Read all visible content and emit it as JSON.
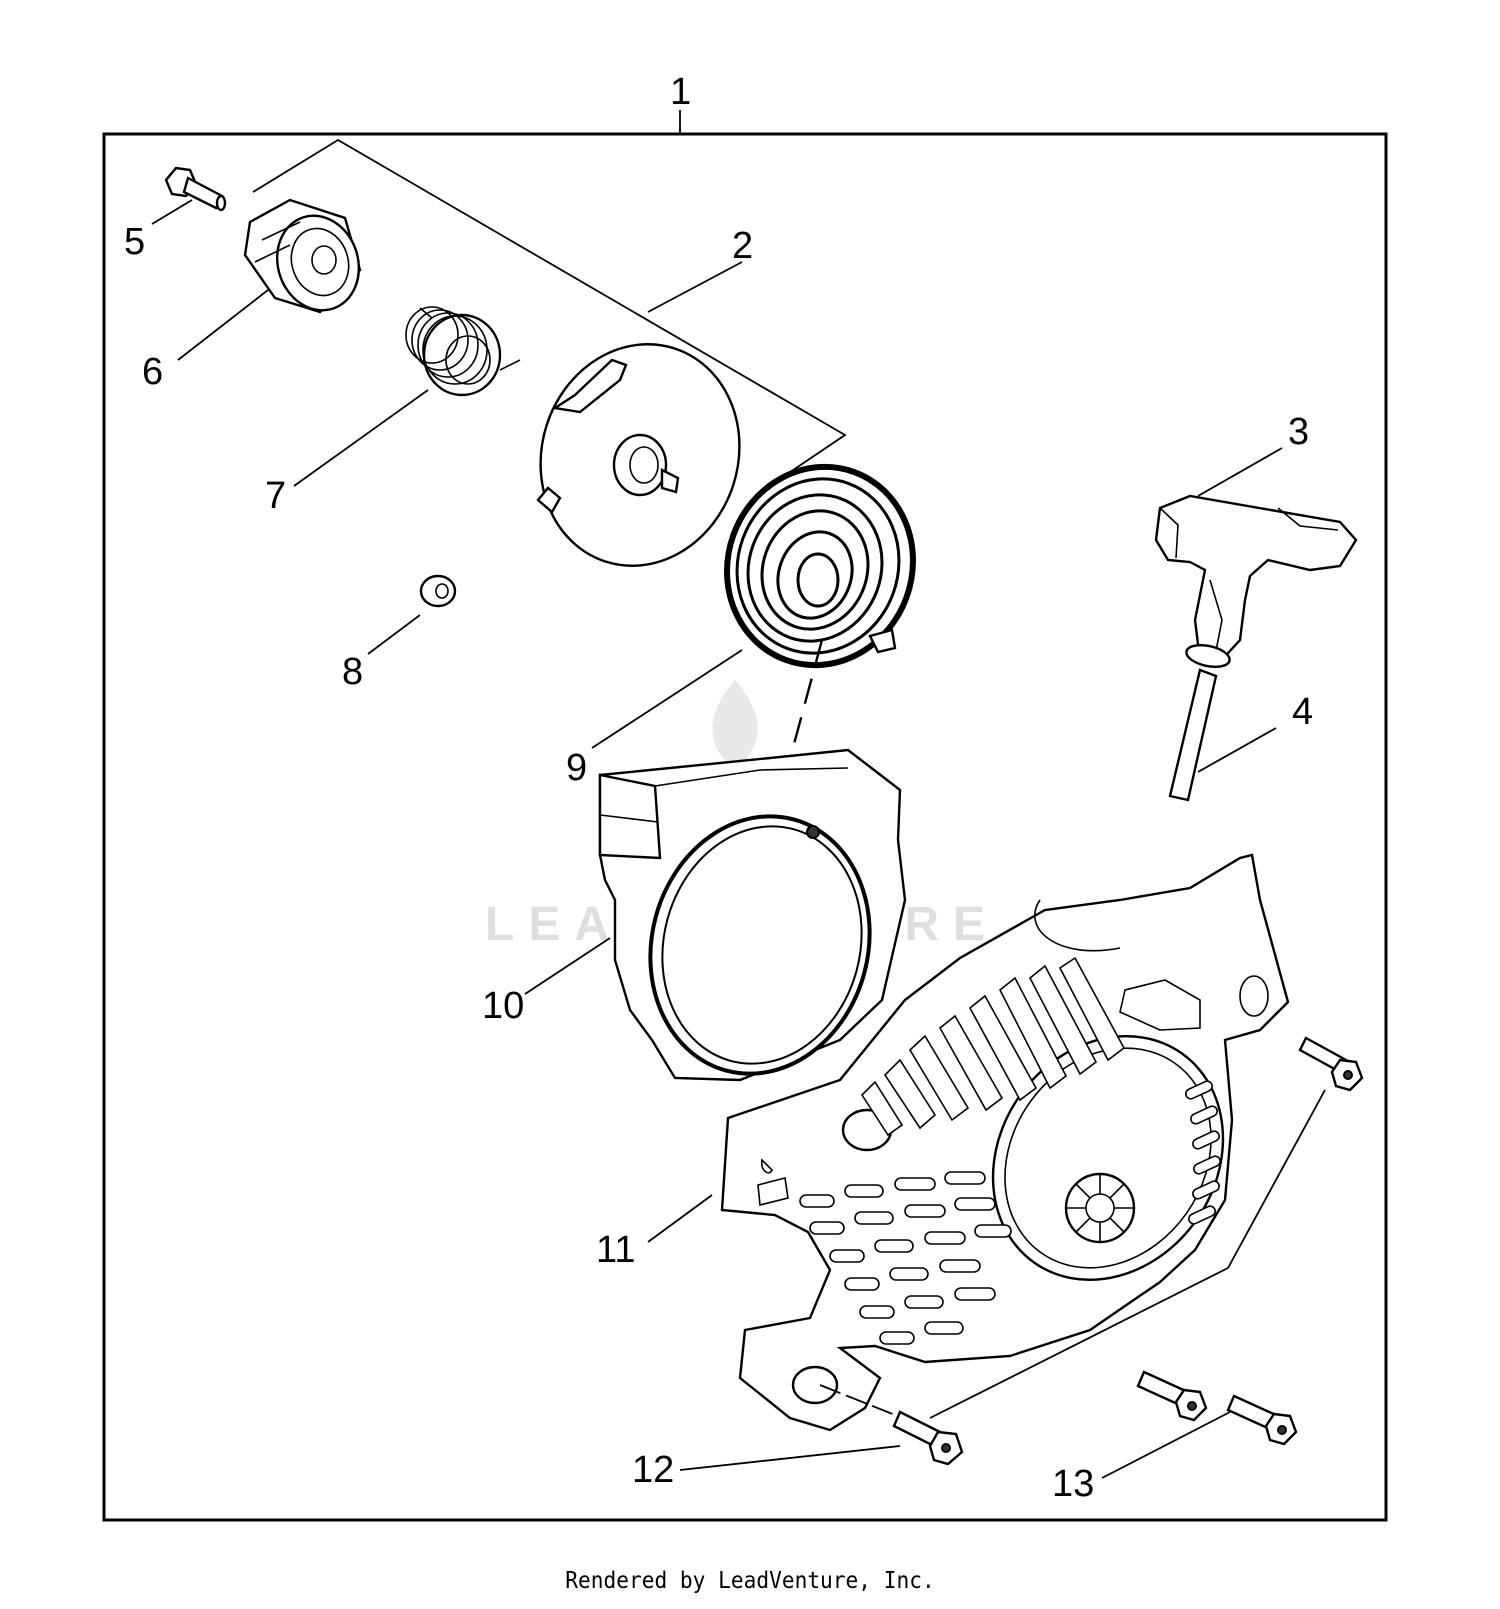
{
  "diagram": {
    "callouts": {
      "c1": "1",
      "c2": "2",
      "c3": "3",
      "c4": "4",
      "c5": "5",
      "c6": "6",
      "c7": "7",
      "c8": "8",
      "c9": "9",
      "c10": "10",
      "c11": "11",
      "c12": "12",
      "c13": "13"
    },
    "watermark": "LEADVENTURE"
  },
  "footer": {
    "credit": "Rendered by LeadVenture, Inc."
  }
}
